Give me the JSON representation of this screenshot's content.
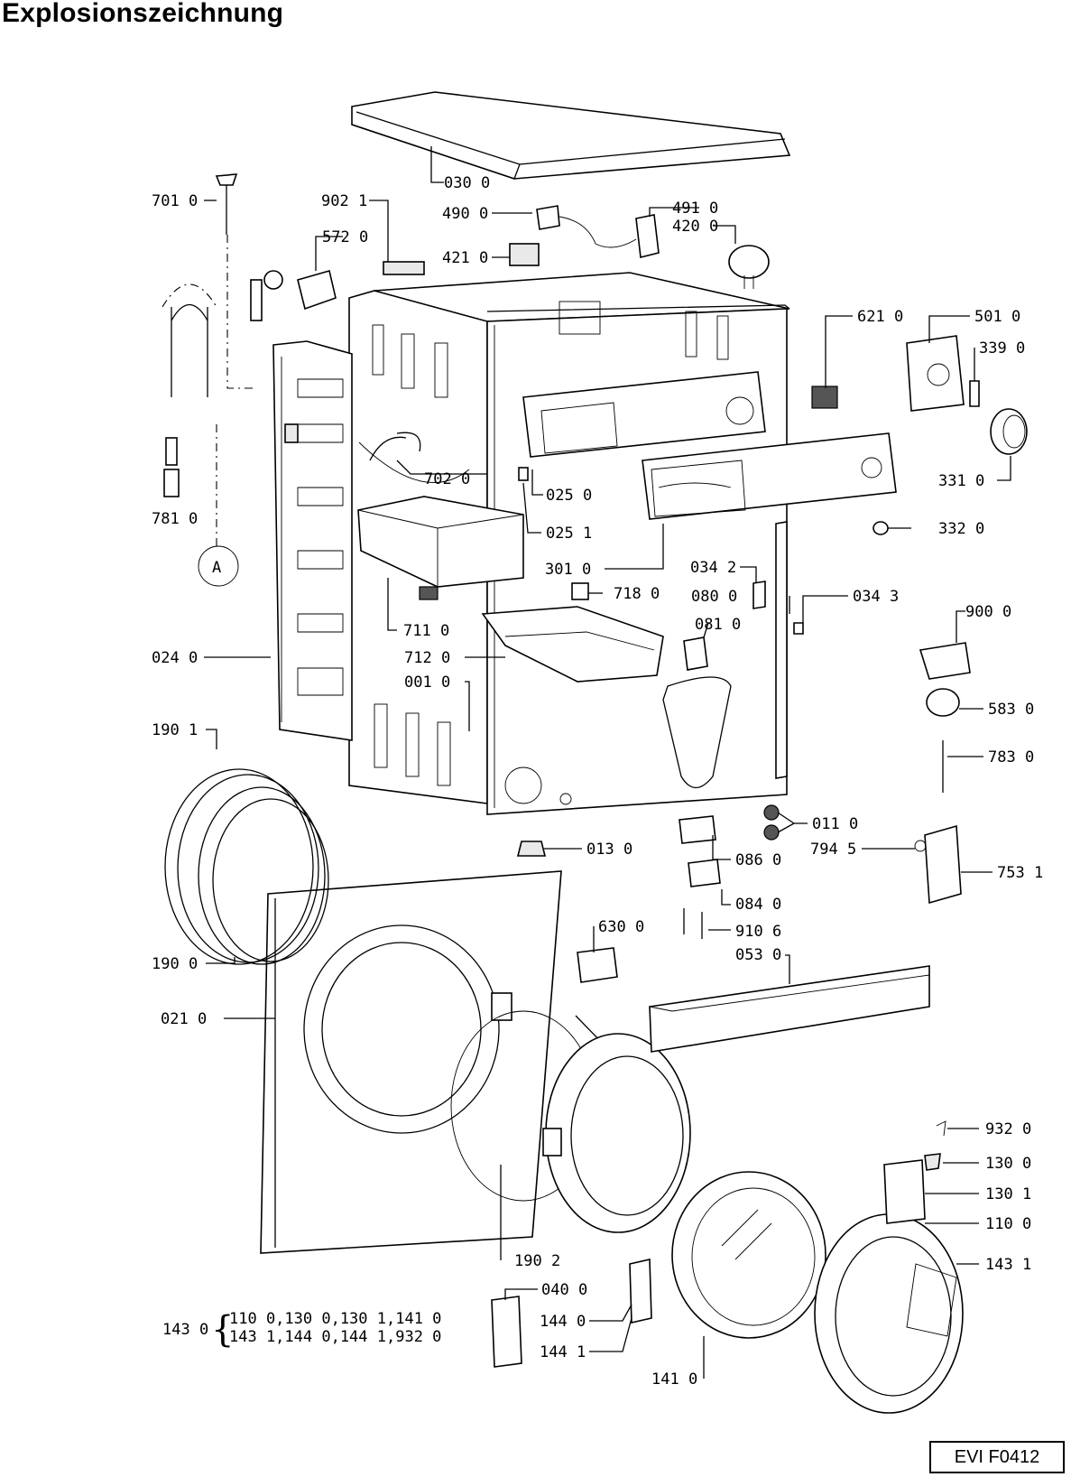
{
  "title": "Explosionszeichnung",
  "drawing_code": "EVI F0412",
  "circle_label": "A",
  "labels": {
    "p701_0": "701 0",
    "p902_1": "902 1",
    "p572_0": "572 0",
    "p030_0": "030 0",
    "p490_0": "490 0",
    "p491_0": "491 0",
    "p420_0": "420 0",
    "p421_0": "421 0",
    "p621_0": "621 0",
    "p501_0": "501 0",
    "p339_0": "339 0",
    "p331_0": "331 0",
    "p702_0": "702 0",
    "p025_0": "025 0",
    "p025_1": "025 1",
    "p332_0": "332 0",
    "p781_0": "781 0",
    "p301_0": "301 0",
    "p034_2": "034 2",
    "p718_0": "718 0",
    "p080_0": "080 0",
    "p034_3": "034 3",
    "p900_0": "900 0",
    "p081_0": "081 0",
    "p711_0": "711 0",
    "p024_0": "024 0",
    "p712_0": "712 0",
    "p001_0": "001 0",
    "p583_0": "583 0",
    "p190_1": "190 1",
    "p783_0": "783 0",
    "p011_0": "011 0",
    "p013_0": "013 0",
    "p086_0": "086 0",
    "p794_5": "794 5",
    "p753_1": "753 1",
    "p084_0": "084 0",
    "p630_0": "630 0",
    "p910_6": "910 6",
    "p053_0": "053 0",
    "p190_0": "190 0",
    "p021_0": "021 0",
    "p932_0": "932 0",
    "p130_0": "130 0",
    "p130_1": "130 1",
    "p110_0": "110 0",
    "p190_2": "190 2",
    "p143_1": "143 1",
    "p040_0": "040 0",
    "p143_0": "143 0",
    "p144_0": "144 0",
    "p144_1": "144 1",
    "p141_0": "141 0",
    "kit_143_line1": "110 0,130 0,130 1,141 0",
    "kit_143_line2": "143 1,144 0,144 1,932 0"
  }
}
